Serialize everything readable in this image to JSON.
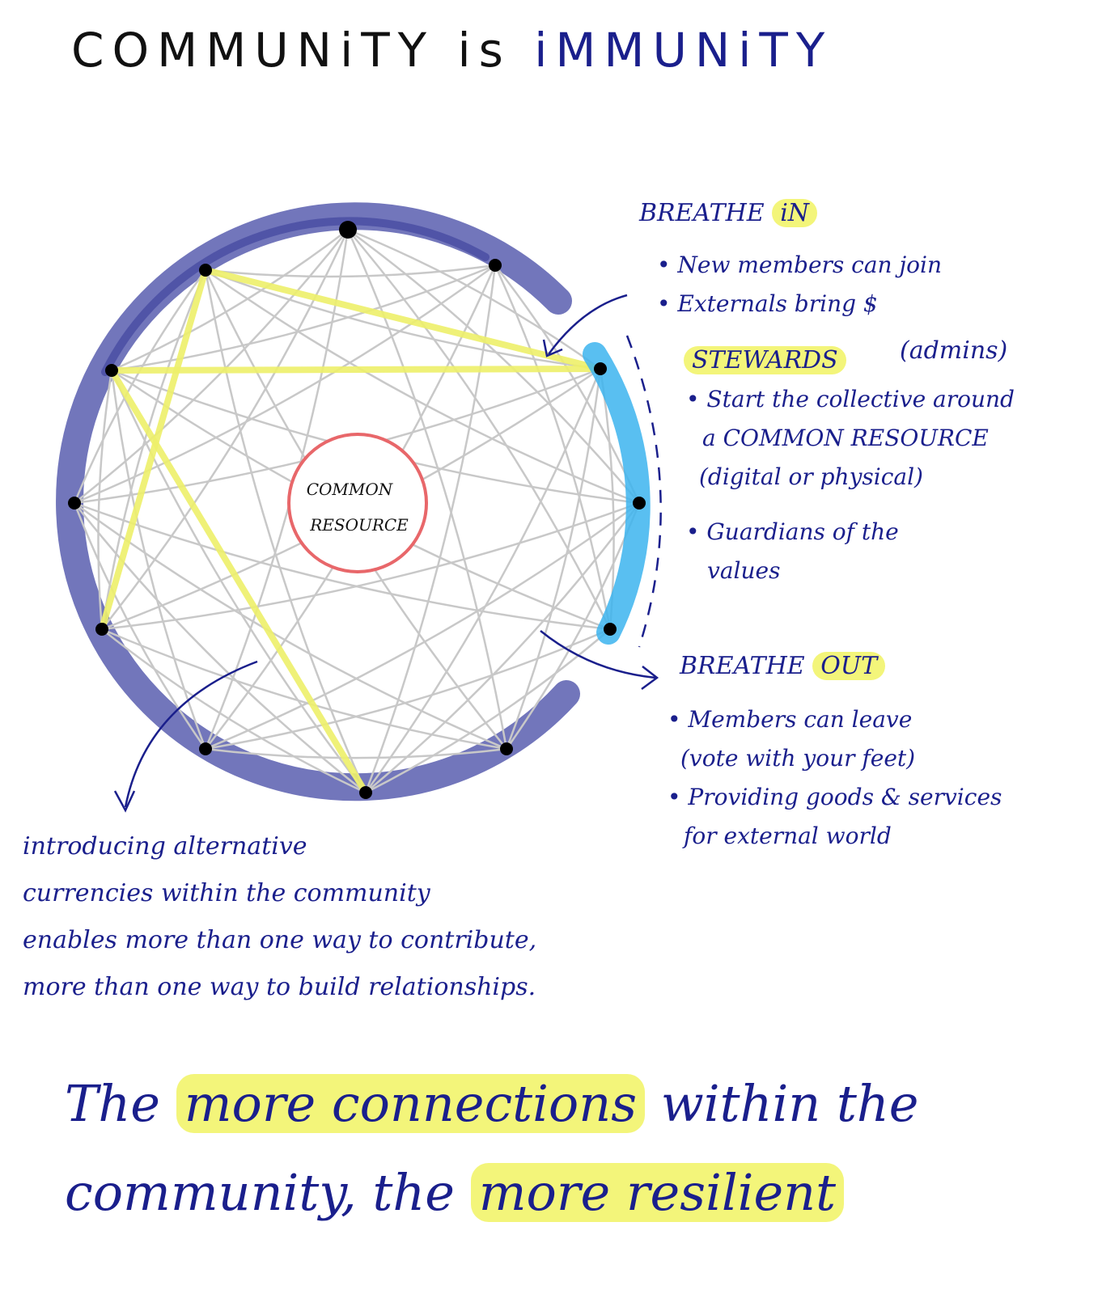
{
  "title": {
    "part1": "COMMUNiTY is",
    "part2": "iMMUNiTY"
  },
  "diagram": {
    "center_label_line1": "COMMON",
    "center_label_line2": "RESOURCE",
    "colors": {
      "ring": "#4a4fa8",
      "stewards": "#3cb4ee",
      "edges": "#c8c8c8",
      "star": "#eef06a",
      "center": "#e8676a",
      "node": "#000000"
    }
  },
  "breathe_in": {
    "heading": "BREATHE",
    "heading_hl": "iN",
    "items": [
      "• New members can join",
      "• Externals bring $"
    ]
  },
  "stewards": {
    "heading": "STEWARDS",
    "note": "(admins)",
    "items": [
      "• Start the collective around",
      "a COMMON RESOURCE",
      "(digital or physical)",
      "",
      "• Guardians of the",
      "values"
    ]
  },
  "breathe_out": {
    "heading": "BREATHE",
    "heading_hl": "OUT",
    "items": [
      "• Members can leave",
      "(vote with your feet)",
      "• Providing goods & services",
      "for external world"
    ]
  },
  "currencies": {
    "lines": [
      "introducing alternative",
      "currencies within the community",
      "enables more than one way to contribute,",
      "more than one way to build relationships."
    ]
  },
  "footer": {
    "line1_a": "The",
    "line1_hl": "more connections",
    "line1_b": "within the",
    "line2_a": "community, the",
    "line2_hl": "more resilient"
  }
}
